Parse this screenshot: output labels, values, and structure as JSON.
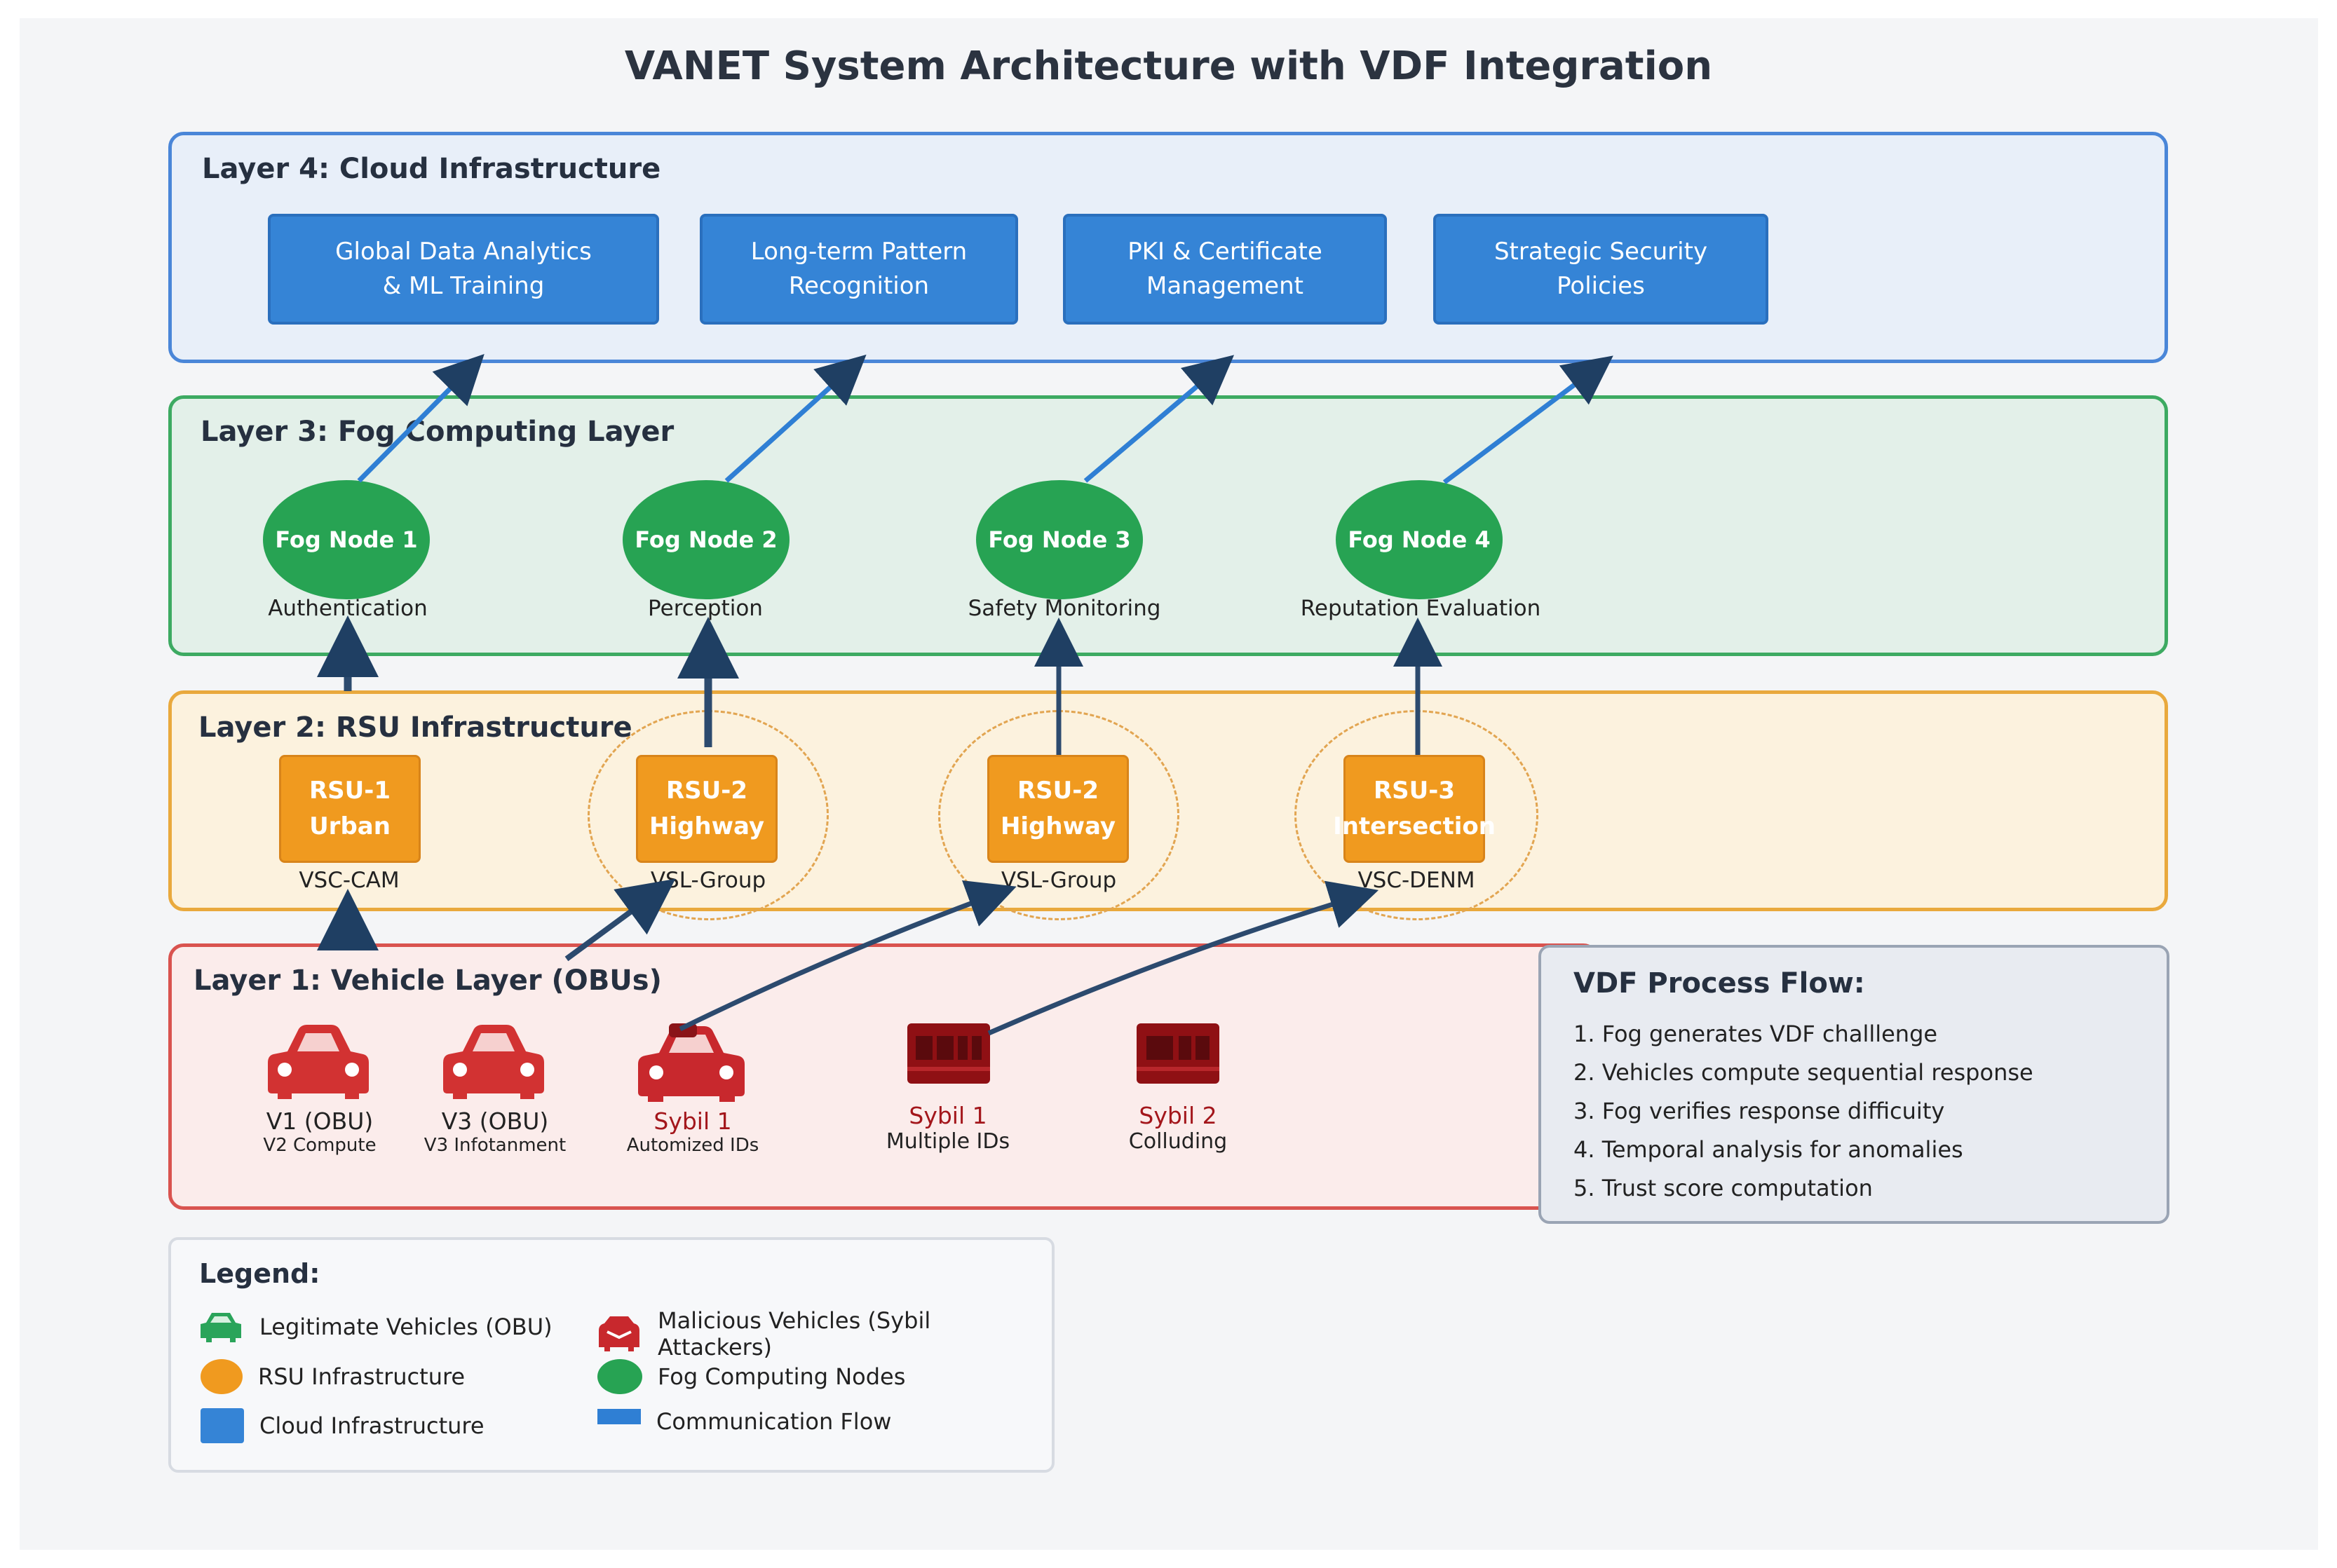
{
  "title": "VANET System Architecture with VDF Integration",
  "colors": {
    "cloud": "#3584d6",
    "fog": "#27a353",
    "rsu": "#f09a1f",
    "legit_vehicle": "#d23232",
    "malicious": "#a3161b",
    "flow_up": "#2f7fd4",
    "flow_dark": "#2c4a6e"
  },
  "layer4": {
    "label": "Layer 4: Cloud Infrastructure",
    "boxes": [
      {
        "line1": "Global Data Analytics",
        "line2": "& ML Training"
      },
      {
        "line1": "Long-term Pattern",
        "line2": "Recognition"
      },
      {
        "line1": "PKI & Certificate",
        "line2": "Management"
      },
      {
        "line1": "Strategic Security",
        "line2": "Policies"
      }
    ]
  },
  "layer3": {
    "label": "Layer 3: Fog Computing Layer",
    "nodes": [
      {
        "name": "Fog Node 1",
        "role": "Authentication"
      },
      {
        "name": "Fog Node 2",
        "role": "Perception"
      },
      {
        "name": "Fog Node 3",
        "role": "Safety Monitoring"
      },
      {
        "name": "Fog Node 4",
        "role": "Reputation Evaluation"
      }
    ]
  },
  "layer2": {
    "label": "Layer 2: RSU Infrastructure",
    "rsus": [
      {
        "line1": "RSU-1",
        "line2": "Urban",
        "channel": "VSC-CAM"
      },
      {
        "line1": "RSU-2",
        "line2": "Highway",
        "channel": "VSL-Group"
      },
      {
        "line1": "RSU-2",
        "line2": "Highway",
        "channel": "VSL-Group"
      },
      {
        "line1": "RSU-3",
        "line2": "Intersection",
        "channel": "VSC-DENM"
      }
    ]
  },
  "layer1": {
    "label": "Layer 1: Vehicle Layer (OBUs)",
    "vehicles": [
      {
        "name": "V1 (OBU)",
        "sub": "V2 Compute",
        "icon": "car-icon"
      },
      {
        "name": "V3 (OBU)",
        "sub": "V3 Infotanment",
        "icon": "car-icon"
      },
      {
        "name": "Sybil 1",
        "sub": "Automized IDs",
        "icon": "malicious-car-icon"
      },
      {
        "name": "Sybil 1",
        "sub": "Multiple IDs",
        "icon": "sybil-device-icon"
      },
      {
        "name": "Sybil 2",
        "sub": "Colluding",
        "icon": "sybil-device-icon"
      }
    ]
  },
  "process": {
    "title": "VDF Process Flow:",
    "steps": [
      "1. Fog generates VDF challlenge",
      "2. Vehicles compute sequential response",
      "3. Fog verifies response difficuity",
      "4. Temporal analysis for anomalies",
      "5. Trust score computation"
    ]
  },
  "legend": {
    "title": "Legend:",
    "items": {
      "legit": "Legitimate Vehicles (OBU)",
      "malicious": "Malicious Vehicles (Sybil Attackers)",
      "rsu": "RSU Infrastructure",
      "fog": "Fog Computing Nodes",
      "cloud": "Cloud Infrastructure",
      "flow": "Communication Flow"
    }
  }
}
